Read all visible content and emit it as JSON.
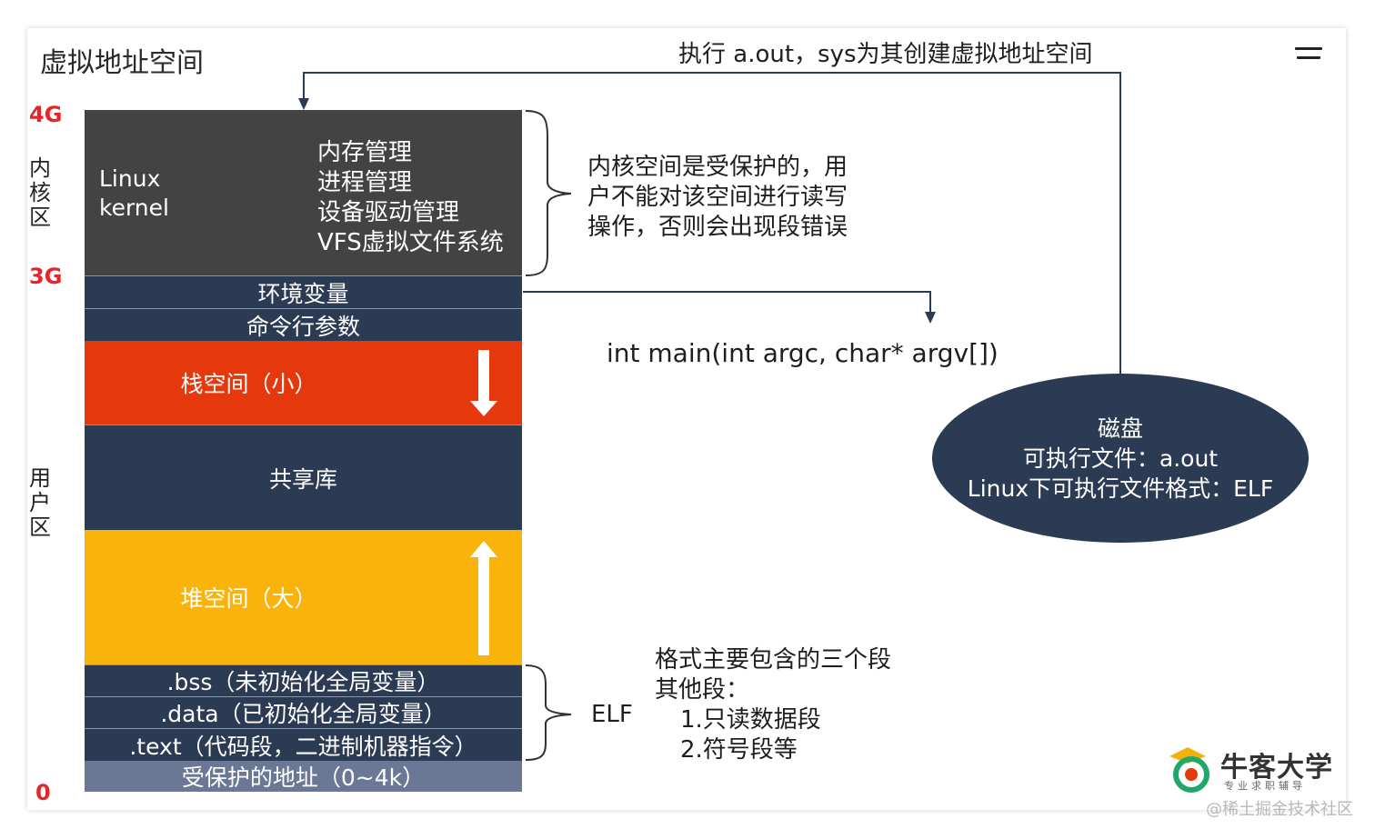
{
  "title": "虚拟地址空间",
  "top_arrow_label": "执行 a.out，sys为其创建虚拟地址空间",
  "address_labels": {
    "a4g": "4G",
    "a3g": "3G",
    "a0": "0"
  },
  "region_labels": {
    "kernel": "内核区",
    "user": "用户区"
  },
  "kernel": {
    "left_lines": [
      "Linux",
      "kernel"
    ],
    "right_lines": [
      "内存管理",
      "进程管理",
      "设备驱动管理",
      "VFS虚拟文件系统"
    ]
  },
  "segments": {
    "env": "环境变量",
    "args": "命令行参数",
    "stack": "栈空间（小）",
    "shared": "共享库",
    "heap": "堆空间（大）",
    "bss": ".bss（未初始化全局变量）",
    "data": ".data（已初始化全局变量）",
    "text": ".text（代码段，二进制机器指令）",
    "protect": "受保护的地址（0~4k）"
  },
  "kernel_note": [
    "内核空间是受保护的，用",
    "户不能对该空间进行读写",
    "操作，否则会出现段错误"
  ],
  "main_signature": "int main(int argc, char* argv[])",
  "disk": {
    "line1": "磁盘",
    "line2": "可执行文件：a.out",
    "line3": "Linux下可执行文件格式：ELF"
  },
  "elf_label": "ELF",
  "elf_note": [
    "格式主要包含的三个段",
    "其他段：",
    "1.只读数据段",
    "2.符号段等"
  ],
  "logo": {
    "name": "牛客大学",
    "tagline": "专业求职辅导"
  },
  "watermark": "@稀土掘金技术社区",
  "colors": {
    "kernel": "#434343",
    "navy": "#2c3b54",
    "stack": "#e5390d",
    "heap": "#f9b30a",
    "protected": "#6a7895",
    "address": "#e4262a"
  },
  "icons": [
    "menu-icon",
    "stack-down-arrow-icon",
    "heap-up-arrow-icon",
    "niuke-logo-icon"
  ]
}
